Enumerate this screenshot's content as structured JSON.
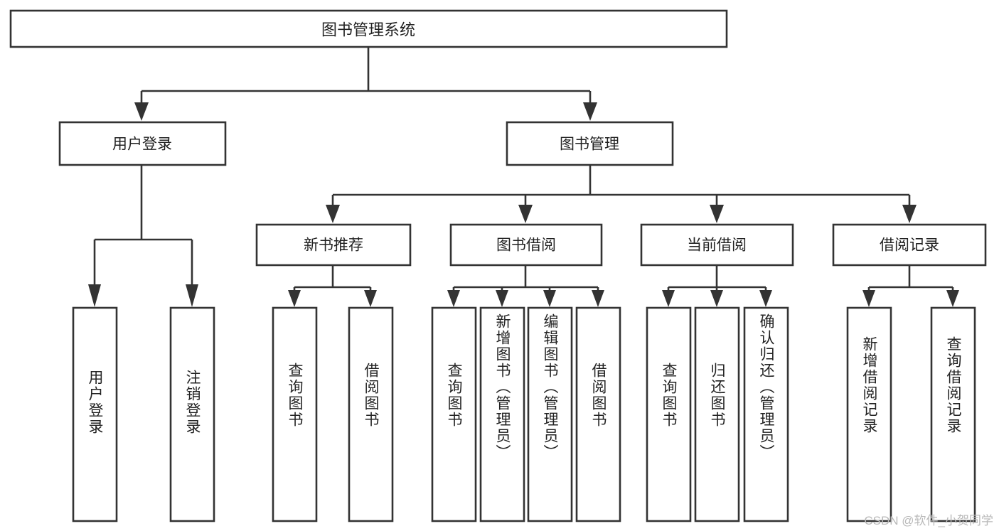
{
  "diagram": {
    "type": "tree-hierarchy",
    "title": "图书管理系统",
    "root": {
      "id": "root",
      "label": "图书管理系统",
      "orientation": "horizontal"
    },
    "level2": [
      {
        "id": "user-login",
        "label": "用户登录",
        "orientation": "horizontal"
      },
      {
        "id": "book-management",
        "label": "图书管理",
        "orientation": "horizontal"
      }
    ],
    "level3": [
      {
        "id": "new-book-recommend",
        "label": "新书推荐",
        "parent": "book-management",
        "orientation": "horizontal"
      },
      {
        "id": "book-borrow",
        "label": "图书借阅",
        "parent": "book-management",
        "orientation": "horizontal"
      },
      {
        "id": "current-borrow",
        "label": "当前借阅",
        "parent": "book-management",
        "orientation": "horizontal"
      },
      {
        "id": "borrow-record",
        "label": "借阅记录",
        "parent": "book-management",
        "orientation": "horizontal"
      }
    ],
    "leaves": [
      {
        "id": "leaf-user-login",
        "label": "用户登录",
        "parent": "user-login",
        "orientation": "vertical"
      },
      {
        "id": "leaf-logout",
        "label": "注销登录",
        "parent": "user-login",
        "orientation": "vertical"
      },
      {
        "id": "leaf-query-book-1",
        "label": "查询图书",
        "parent": "new-book-recommend",
        "orientation": "vertical"
      },
      {
        "id": "leaf-borrow-book-1",
        "label": "借阅图书",
        "parent": "new-book-recommend",
        "orientation": "vertical"
      },
      {
        "id": "leaf-query-book-2",
        "label": "查询图书",
        "parent": "book-borrow",
        "orientation": "vertical"
      },
      {
        "id": "leaf-add-book",
        "label": "新增图书（管理员）",
        "parent": "book-borrow",
        "orientation": "vertical"
      },
      {
        "id": "leaf-edit-book",
        "label": "编辑图书（管理员）",
        "parent": "book-borrow",
        "orientation": "vertical"
      },
      {
        "id": "leaf-borrow-book-2",
        "label": "借阅图书",
        "parent": "book-borrow",
        "orientation": "vertical"
      },
      {
        "id": "leaf-query-book-3",
        "label": "查询图书",
        "parent": "current-borrow",
        "orientation": "vertical"
      },
      {
        "id": "leaf-return-book",
        "label": "归还图书",
        "parent": "current-borrow",
        "orientation": "vertical"
      },
      {
        "id": "leaf-confirm-return",
        "label": "确认归还（管理员）",
        "parent": "current-borrow",
        "orientation": "vertical"
      },
      {
        "id": "leaf-add-record",
        "label": "新增借阅记录",
        "parent": "borrow-record",
        "orientation": "vertical"
      },
      {
        "id": "leaf-query-record",
        "label": "查询借阅记录",
        "parent": "borrow-record",
        "orientation": "vertical"
      }
    ],
    "watermark": "CSDN @软件_小贺同学",
    "colors": {
      "stroke": "#333333",
      "fill": "#ffffff",
      "text": "#222222",
      "watermark": "#b9b9b9",
      "background": "#ffffff"
    }
  }
}
